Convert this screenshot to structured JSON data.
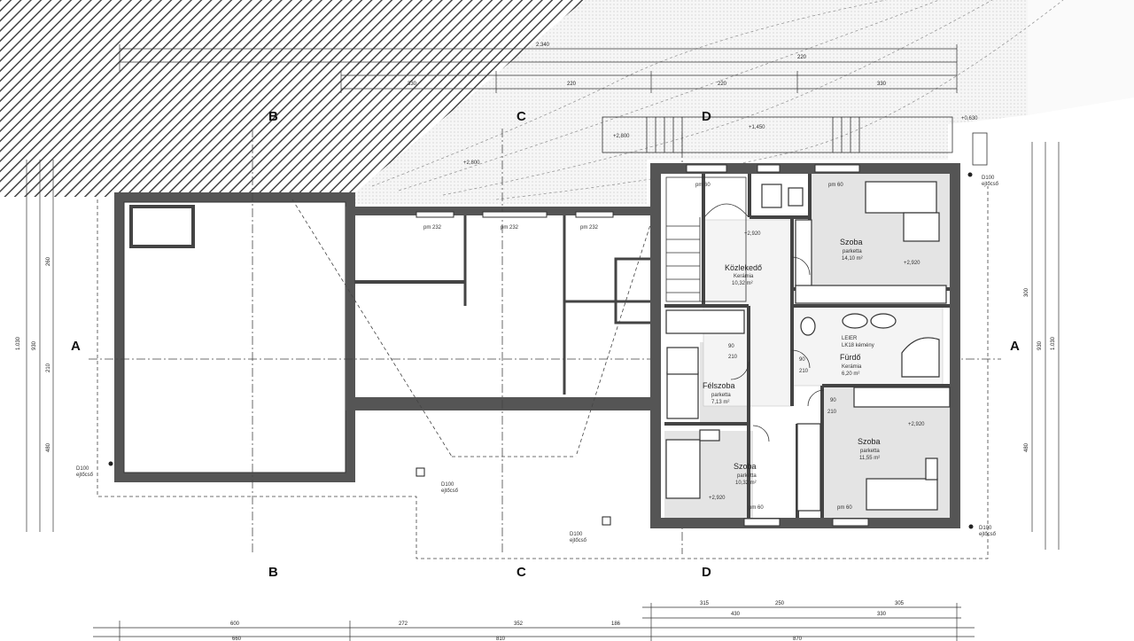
{
  "axes": {
    "A": "A",
    "B": "B",
    "C": "C",
    "D": "D"
  },
  "rooms": {
    "kozlekedo": {
      "name": "Közlekedő",
      "floor": "Kerámia",
      "area": "10,32 m²",
      "level": "+2,920"
    },
    "szoba_ne": {
      "name": "Szoba",
      "floor": "parketta",
      "area": "14,10 m²",
      "level": "+2,920"
    },
    "furdo": {
      "name": "Fürdő",
      "floor": "Kerámia",
      "area": "6,20 m²",
      "note": "LEIER",
      "note2": "LK18 kémény"
    },
    "felszoba": {
      "name": "Félszoba",
      "floor": "parketta",
      "area": "7,13 m²"
    },
    "szoba_sw": {
      "name": "Szoba",
      "floor": "parketta",
      "area": "10,32 m²",
      "level": "+2,920"
    },
    "szoba_se": {
      "name": "Szoba",
      "floor": "parketta",
      "area": "11,55 m²",
      "level": "+2,920"
    }
  },
  "levels": {
    "l1": "+2,800",
    "l2": "+2,800",
    "l3": "+1,450",
    "l4": "+0,630",
    "l5": "+2,920"
  },
  "drains": {
    "label": "D100",
    "sub": "ejtőcső"
  },
  "windows": {
    "w1": "pm 232",
    "w2": "pm 232",
    "w3": "pm 232",
    "w4": "pm 60",
    "w5": "pm 60",
    "w6": "pm 60",
    "w7": "pm 60"
  },
  "doors": {
    "d1": "90",
    "d2": "210",
    "d3": "90",
    "d4": "210",
    "d5": "90",
    "d6": "210"
  },
  "dims": {
    "top1": "2.340",
    "top2": "330",
    "top3": "220",
    "top4": "220",
    "top5": "220",
    "top6": "330",
    "bottom1": "660",
    "bottom2": "810",
    "bottom3": "870",
    "bottom4": "600",
    "bottom5": "272",
    "bottom6": "352",
    "bottom7": "186",
    "bottom8": "315",
    "bottom9": "250",
    "bottom10": "305",
    "bottom11": "430",
    "bottom12": "330",
    "left1": "1.030",
    "left2": "930",
    "left3": "260",
    "left4": "210",
    "left5": "480",
    "right1": "1.030",
    "right2": "930",
    "right3": "300",
    "right4": "480"
  }
}
